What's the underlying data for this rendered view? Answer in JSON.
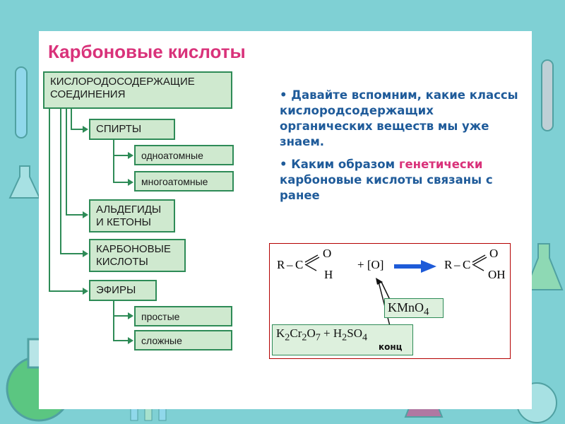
{
  "title": "Карбоновые кислоты",
  "diagram": {
    "root": "КИСЛОРОДОСОДЕРЖАЩИЕ СОЕДИНЕНИЯ",
    "alcohols": "СПИРТЫ",
    "monohydric": "одноатомные",
    "polyhydric": "многоатомные",
    "aldehydes_line1": "АЛЬДЕГИДЫ",
    "aldehydes_line2": "И КЕТОНЫ",
    "carboxylic_line1": "КАРБОНОВЫЕ",
    "carboxylic_line2": "КИСЛОТЫ",
    "ethers": "ЭФИРЫ",
    "simple": "простые",
    "complex": "сложные"
  },
  "text": {
    "bullet": "•",
    "q1": "Давайте вспомним, какие классы кислородсодержащих органических веществ мы уже знаем.",
    "q2_a": "Каким образом ",
    "q2_red": "генетически",
    "q2_b": " карбоновые кислоты связаны с ранее"
  },
  "equation": {
    "r_left": "R",
    "c": "C",
    "o": "O",
    "h": "H",
    "plus_o": "+ [O]",
    "oh": "OH",
    "kmno4": "KMnO",
    "kmno4_sub": "4",
    "oxidizer_k": "K",
    "oxidizer_k_sub": "2",
    "oxidizer_cr": "Cr",
    "oxidizer_cr_sub": "2",
    "oxidizer_o": "O",
    "oxidizer_o_sub": "7",
    "oxidizer_plus": " + H",
    "oxidizer_h_sub": "2",
    "oxidizer_so": "SO",
    "oxidizer_so_sub": "4",
    "konc": "конц"
  },
  "colors": {
    "title": "#d9327a",
    "text": "#1f5b9a",
    "box_fill": "#cfe9cf",
    "box_border": "#2e8b57",
    "arrow": "#1e5bd8"
  }
}
